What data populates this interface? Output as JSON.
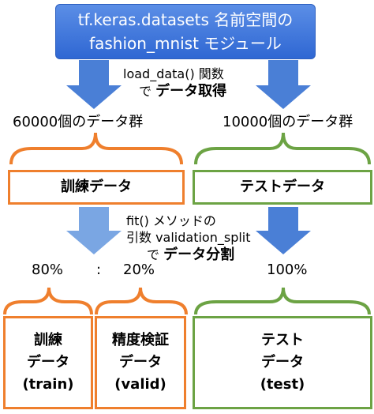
{
  "source_box": {
    "line1": "tf.keras.datasets 名前空間の",
    "line2": "fashion_mnist モジュール"
  },
  "load_step": {
    "line1": "load_data() 関数",
    "line2_prefix": "で ",
    "line2_bold": "データ取得"
  },
  "train_count": "60000個のデータ群",
  "test_count": "10000個のデータ群",
  "train_box_label": "訓練データ",
  "test_box_label": "テストデータ",
  "split_step": {
    "line1": "fit() メソッドの",
    "line2": "引数 validation_split",
    "line3_prefix": "で ",
    "line3_bold": "データ分割"
  },
  "ratios": {
    "train": "80%",
    "separator": ":",
    "valid": "20%",
    "test": "100%"
  },
  "final_boxes": {
    "train": [
      "訓練",
      "データ",
      "(train)"
    ],
    "valid": [
      "精度検証",
      "データ",
      "(valid)"
    ],
    "test": [
      "テスト",
      "データ",
      "(test)"
    ]
  },
  "colors": {
    "arrow_blue": "#4a7fd6",
    "arrow_light": "#7aa6e3",
    "orange": "#ef7f2d",
    "green": "#6ca344",
    "top_box": "#3a72d9"
  }
}
